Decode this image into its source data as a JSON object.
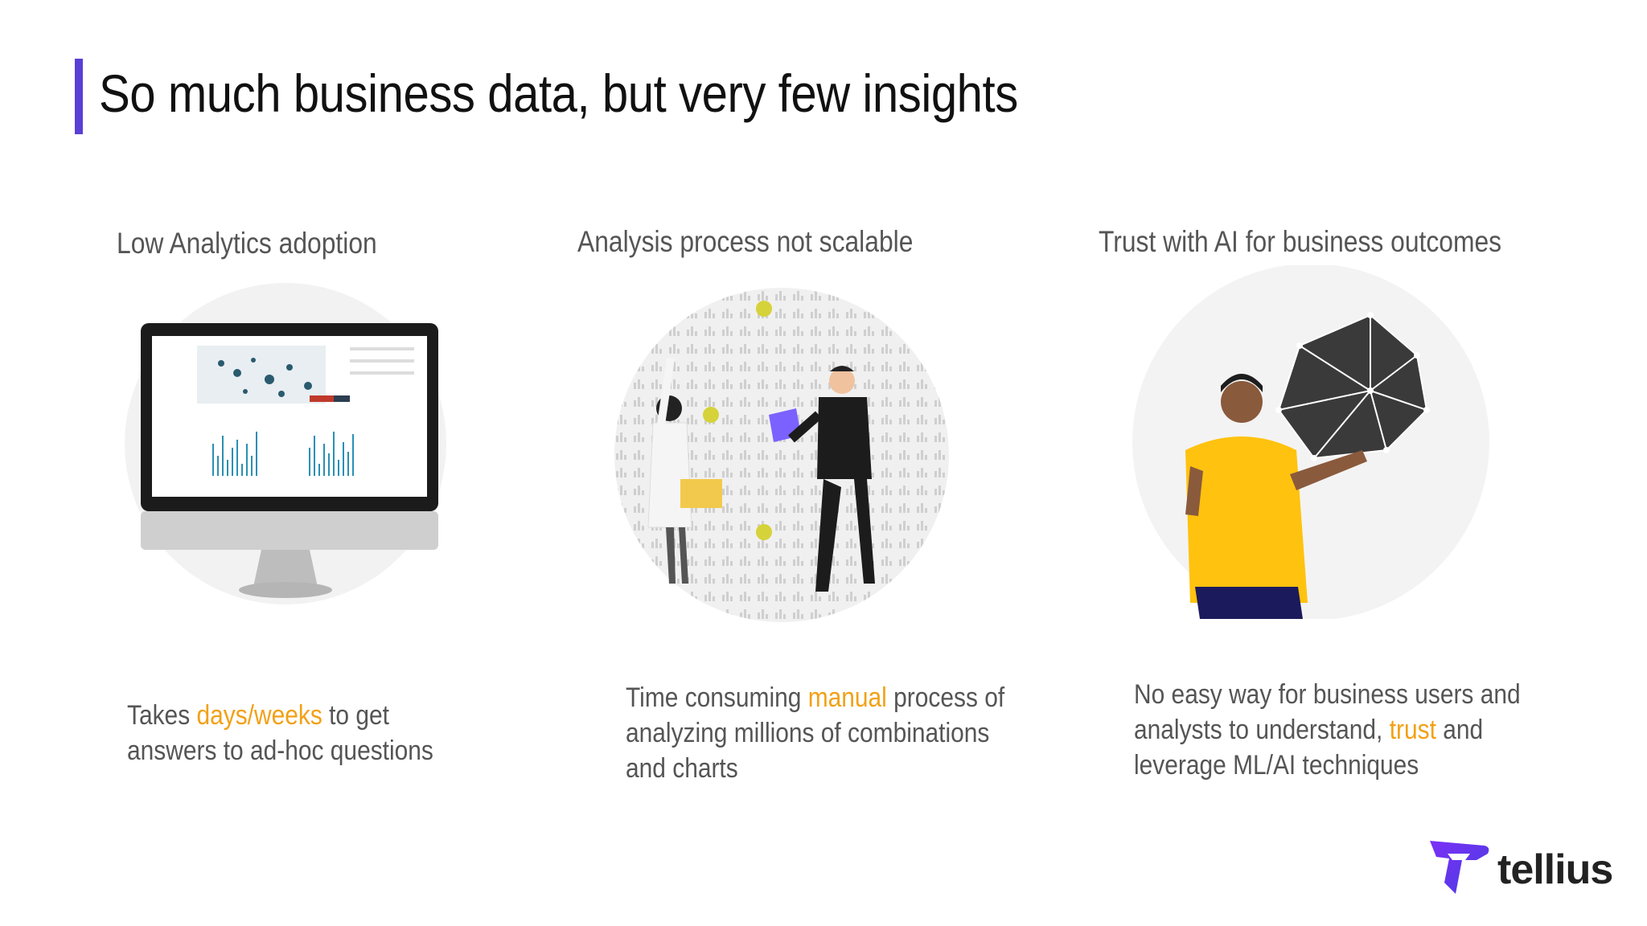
{
  "slide": {
    "title": "So much business data, but very few insights",
    "accent_color": "#5b3fd6",
    "highlight_color": "#f2a116"
  },
  "columns": [
    {
      "heading": "Low Analytics adoption",
      "illustration": "monitor-dashboard-icon",
      "text_parts": [
        "Takes ",
        "days/weeks",
        " to get",
        "answers to ad-hoc questions"
      ]
    },
    {
      "heading": "Analysis process not scalable",
      "illustration": "people-with-charts-icon",
      "text_parts": [
        "Time consuming ",
        "manual",
        " process of",
        "analyzing millions of combinations",
        "and charts"
      ]
    },
    {
      "heading": "Trust with AI for business outcomes",
      "illustration": "person-with-ai-polyhedron-icon",
      "text_parts": [
        "No easy way for business users and",
        "analysts to understand, ",
        "trust",
        " and",
        "leverage ML/AI techniques"
      ]
    }
  ],
  "logo": {
    "text": "tellius",
    "icon": "tellius-logo-icon"
  }
}
